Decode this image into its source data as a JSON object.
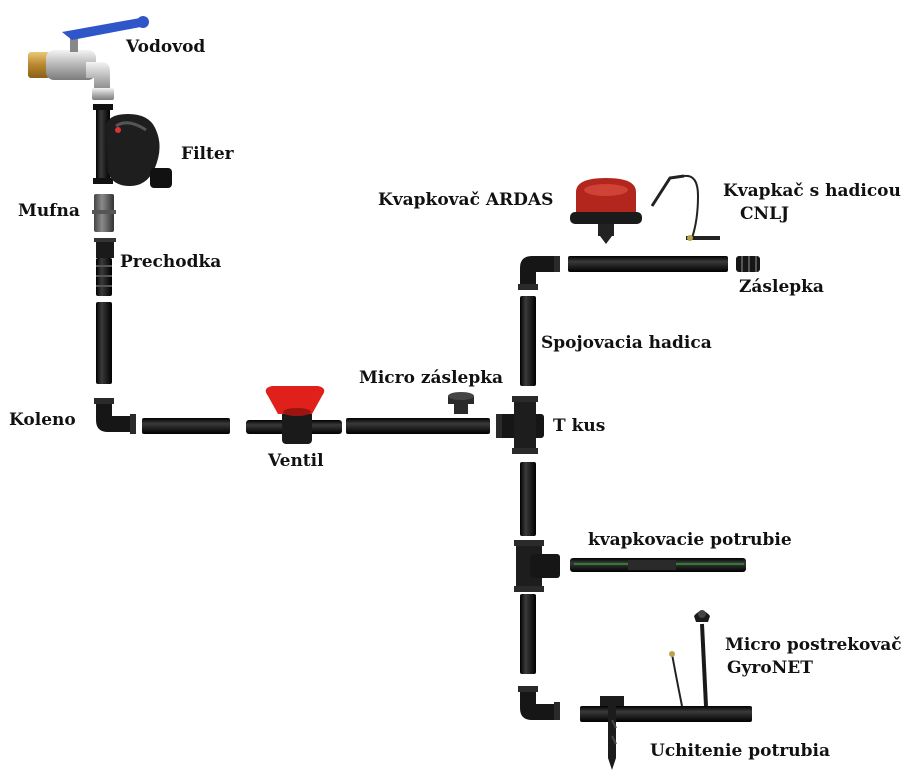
{
  "labels": {
    "vodovod": "Vodovod",
    "filter": "Filter",
    "mufna": "Mufna",
    "prechodka": "Prechodka",
    "koleno": "Koleno",
    "ventil": "Ventil",
    "micro_zaslepka": "Micro záslepka",
    "t_kus": "T kus",
    "kvapkovac_ardas": "Kvapkovač ARDAS",
    "kvapkac_line1": "Kvapkač s hadicou",
    "kvapkac_line2": "CNLJ",
    "zaslepka": "Záslepka",
    "spojovacia_hadica": "Spojovacia hadica",
    "kvapkovacie_potrubie": "kvapkovacie potrubie",
    "micro_postrekovac_line1": "Micro postrekovač",
    "micro_postrekovac_line2": "GyroNET",
    "uchitenie_potrubia": "Uchitenie potrubia"
  },
  "colors": {
    "pipe": "#161616",
    "valve_handle": "#e0201b",
    "faucet_handle": "#2f56c9",
    "brass": "#c79a3d",
    "dripper_red": "#b3261e",
    "drip_stripe": "#2e7d32"
  }
}
